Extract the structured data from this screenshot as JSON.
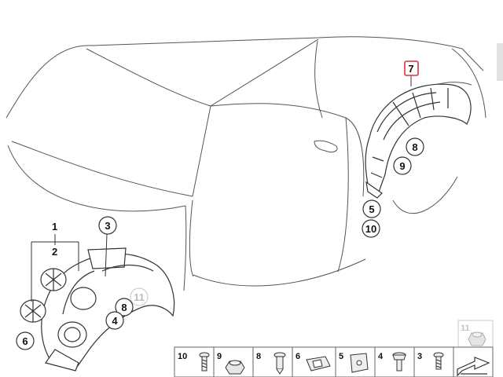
{
  "callouts": {
    "c1": "1",
    "c2": "2",
    "c3": "3",
    "c4": "4",
    "c5": "5",
    "c6": "6",
    "c7": "7",
    "c8a": "8",
    "c8b": "8",
    "c9": "9",
    "c10": "10",
    "c11": "11"
  },
  "parts_table": {
    "p11": "11",
    "p10": "10",
    "p9": "9",
    "p8": "8",
    "p6": "6",
    "p5": "5",
    "p4": "4",
    "p3": "3"
  },
  "colors": {
    "line": "#333333",
    "ghost": "#c4c4c4",
    "selected": "#d9343a"
  }
}
